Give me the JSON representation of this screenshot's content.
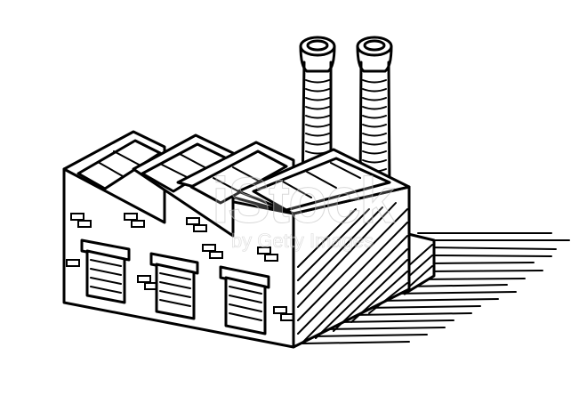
{
  "illustration": {
    "subject": "factory",
    "style": "hand-drawn black ink line art",
    "background_color": "#ffffff",
    "ink_color": "#000000",
    "elements": {
      "chimneys": 2,
      "sawtooth_roof_sections": 4,
      "roof_skylights_per_section": 3,
      "roller_doors": 3,
      "shadow": "horizontal hatched shadow to the right"
    }
  },
  "watermark": {
    "main": "iStock",
    "sub": "by Getty Images"
  }
}
